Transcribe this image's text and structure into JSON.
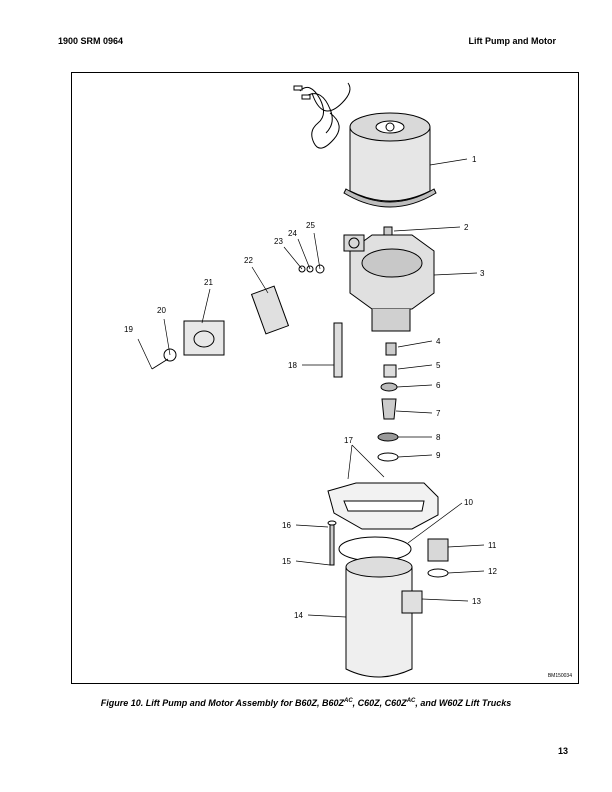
{
  "header": {
    "left": "1900 SRM 0964",
    "right": "Lift Pump and Motor"
  },
  "figure": {
    "code": "BM150034",
    "callouts": [
      "1",
      "2",
      "3",
      "4",
      "5",
      "6",
      "7",
      "8",
      "9",
      "10",
      "11",
      "12",
      "13",
      "14",
      "15",
      "16",
      "17",
      "18",
      "19",
      "20",
      "21",
      "22",
      "23",
      "24",
      "25"
    ]
  },
  "caption": {
    "part1": "Figure 10. Lift Pump and Motor Assembly for B60Z, B60Z",
    "sup1": "AC",
    "part2": ", C60Z, C60Z",
    "sup2": "AC",
    "part3": ", and W60Z Lift Trucks"
  },
  "page_number": "13"
}
